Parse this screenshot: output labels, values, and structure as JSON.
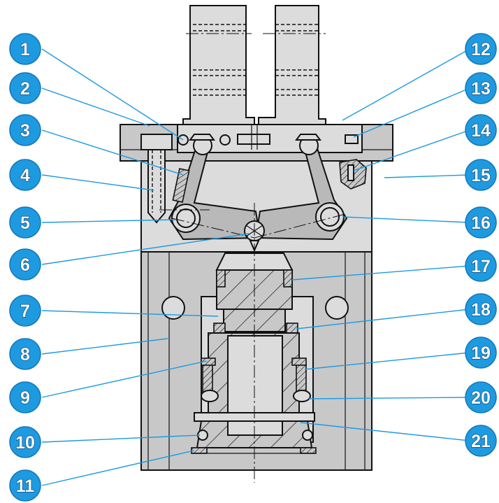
{
  "diagram": {
    "callouts": [
      {
        "id": 1,
        "label": "1"
      },
      {
        "id": 2,
        "label": "2"
      },
      {
        "id": 3,
        "label": "3"
      },
      {
        "id": 4,
        "label": "4"
      },
      {
        "id": 5,
        "label": "5"
      },
      {
        "id": 6,
        "label": "6"
      },
      {
        "id": 7,
        "label": "7"
      },
      {
        "id": 8,
        "label": "8"
      },
      {
        "id": 9,
        "label": "9"
      },
      {
        "id": 10,
        "label": "10"
      },
      {
        "id": 11,
        "label": "11"
      },
      {
        "id": 12,
        "label": "12"
      },
      {
        "id": 13,
        "label": "13"
      },
      {
        "id": 14,
        "label": "14"
      },
      {
        "id": 15,
        "label": "15"
      },
      {
        "id": 16,
        "label": "16"
      },
      {
        "id": 17,
        "label": "17"
      },
      {
        "id": 18,
        "label": "18"
      },
      {
        "id": 19,
        "label": "19"
      },
      {
        "id": 20,
        "label": "20"
      },
      {
        "id": 21,
        "label": "21"
      }
    ],
    "colors": {
      "badge": "#1e9ae0",
      "leader": "#1e9ae0",
      "body": "#c8c8c8",
      "outline": "#111111"
    }
  }
}
